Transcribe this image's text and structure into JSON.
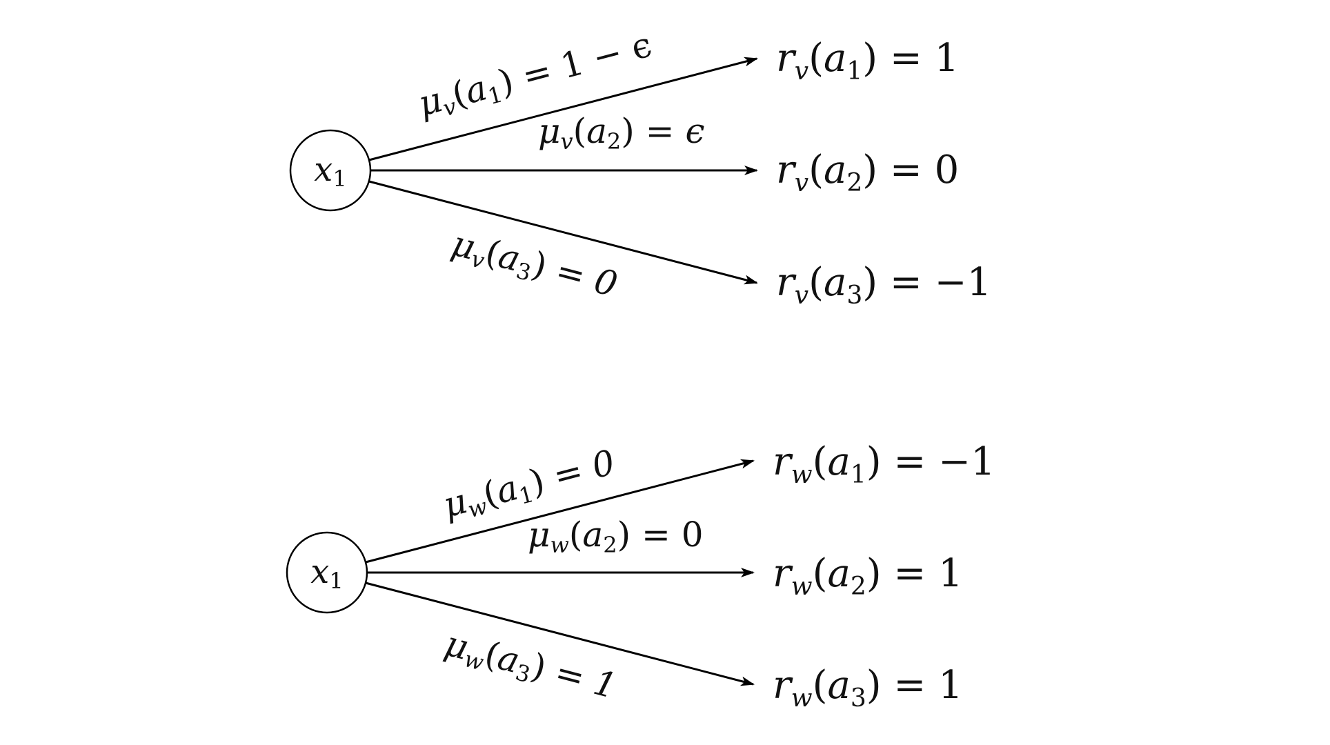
{
  "diagrams": [
    {
      "id": "v",
      "node": {
        "base": "x",
        "sub": "1"
      },
      "edges": [
        {
          "prob": {
            "sym": "μ",
            "sub": "v",
            "arg": "a",
            "argsub": "1",
            "value": "1 − ϵ"
          },
          "reward": {
            "sym": "r",
            "sub": "v",
            "arg": "a",
            "argsub": "1",
            "value": "1"
          }
        },
        {
          "prob": {
            "sym": "μ",
            "sub": "v",
            "arg": "a",
            "argsub": "2",
            "value": "ϵ"
          },
          "reward": {
            "sym": "r",
            "sub": "v",
            "arg": "a",
            "argsub": "2",
            "value": "0"
          }
        },
        {
          "prob": {
            "sym": "μ",
            "sub": "v",
            "arg": "a",
            "argsub": "3",
            "value": "0"
          },
          "reward": {
            "sym": "r",
            "sub": "v",
            "arg": "a",
            "argsub": "3",
            "value": "−1"
          }
        }
      ]
    },
    {
      "id": "w",
      "node": {
        "base": "x",
        "sub": "1"
      },
      "edges": [
        {
          "prob": {
            "sym": "μ",
            "sub": "w",
            "arg": "a",
            "argsub": "1",
            "value": "0"
          },
          "reward": {
            "sym": "r",
            "sub": "w",
            "arg": "a",
            "argsub": "1",
            "value": "−1"
          }
        },
        {
          "prob": {
            "sym": "μ",
            "sub": "w",
            "arg": "a",
            "argsub": "2",
            "value": "0"
          },
          "reward": {
            "sym": "r",
            "sub": "w",
            "arg": "a",
            "argsub": "2",
            "value": "1"
          }
        },
        {
          "prob": {
            "sym": "μ",
            "sub": "w",
            "arg": "a",
            "argsub": "3",
            "value": "1"
          },
          "reward": {
            "sym": "r",
            "sub": "w",
            "arg": "a",
            "argsub": "3",
            "value": "1"
          }
        }
      ]
    }
  ],
  "colors": {
    "ink": "#000000",
    "background": "#ffffff"
  }
}
